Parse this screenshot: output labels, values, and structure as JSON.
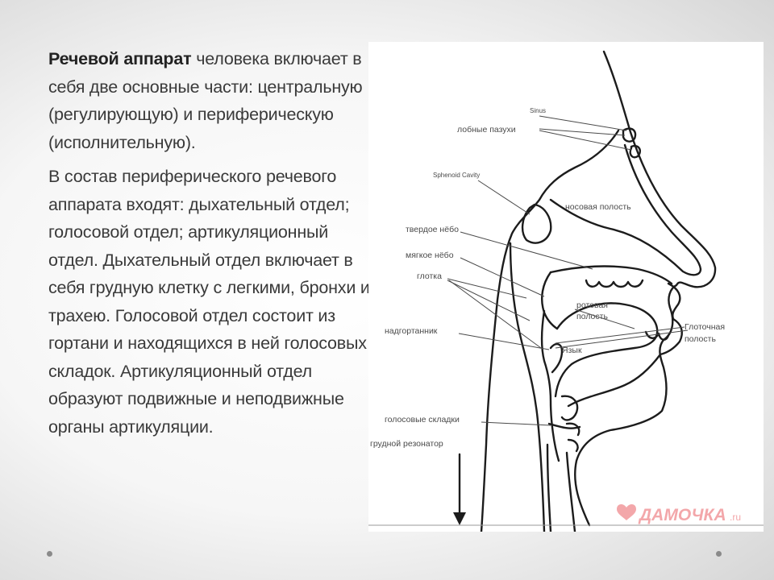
{
  "text": {
    "para1_em": "Речевой аппарат",
    "para1_rest": " человека включает в себя две основные части: центральную (регулирующую) и периферическую (исполнительную).",
    "para2": "В состав периферического речевого аппарата входят: дыхательный отдел; голосовой отдел; артикуляционный отдел. Дыхательный отдел включает в себя грудную клетку с легкими, бронхи и трахею. Голосовой отдел состоит из гортани и находящихся в ней голосовых складок. Артикуляционный отдел образуют подвижные и неподвижные органы артикуляции."
  },
  "diagram_labels": {
    "sinus": "Sinus",
    "frontal_sinuses": "лобные пазухи",
    "sphenoid_cavity": "Sphenoid Cavity",
    "nasal_cavity": "носовая полость",
    "hard_palate": "твердое нёбо",
    "soft_palate": "мягкое нёбо",
    "pharynx": "глотка",
    "oral_cavity_1": "ротовая",
    "oral_cavity_2": "полость",
    "pharyngeal_cavity_1": "Глоточная",
    "pharyngeal_cavity_2": "полость",
    "epiglottis": "надгортанник",
    "tongue": "Язык",
    "vocal_folds": "голосовые складки",
    "chest_resonator": "грудной резонатор"
  },
  "watermark": {
    "brand": "ДАМОЧКА",
    "suffix": ".ru"
  },
  "colors": {
    "watermark": "#f3a7aa",
    "text": "#3a3a3a"
  }
}
